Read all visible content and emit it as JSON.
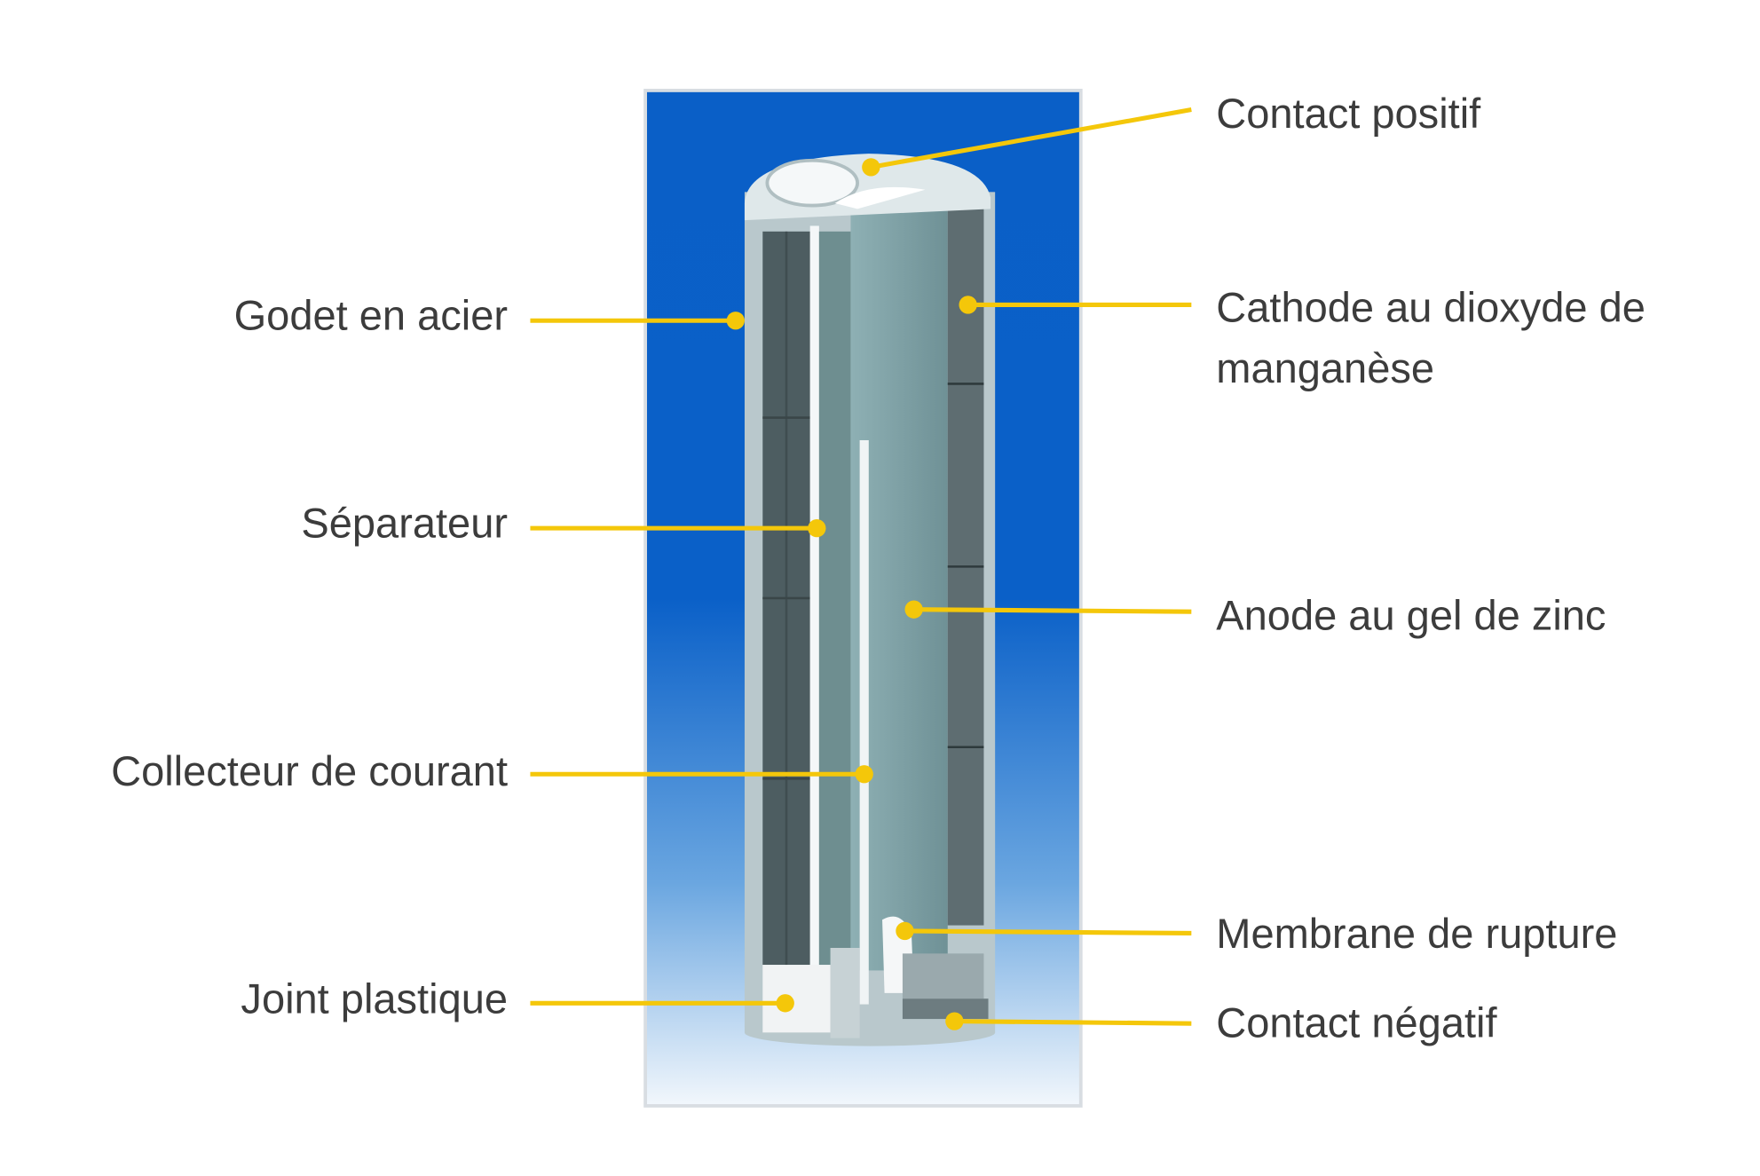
{
  "diagram": {
    "colors": {
      "leader": "#f4c70a",
      "background_blue": "#0a5fc7",
      "text": "#3c3c3c"
    },
    "left_labels": [
      {
        "id": "godet",
        "text": "Godet en acier"
      },
      {
        "id": "separateur",
        "text": "Séparateur"
      },
      {
        "id": "collecteur",
        "text": "Collecteur de courant"
      },
      {
        "id": "joint",
        "text": "Joint plastique"
      }
    ],
    "right_labels": [
      {
        "id": "contact-positif",
        "text": "Contact positif"
      },
      {
        "id": "cathode",
        "text": "Cathode au dioxyde de",
        "text2": "manganèse"
      },
      {
        "id": "anode",
        "text": "Anode au gel de zinc"
      },
      {
        "id": "membrane",
        "text": "Membrane de rupture"
      },
      {
        "id": "contact-negatif",
        "text": "Contact négatif"
      }
    ]
  }
}
